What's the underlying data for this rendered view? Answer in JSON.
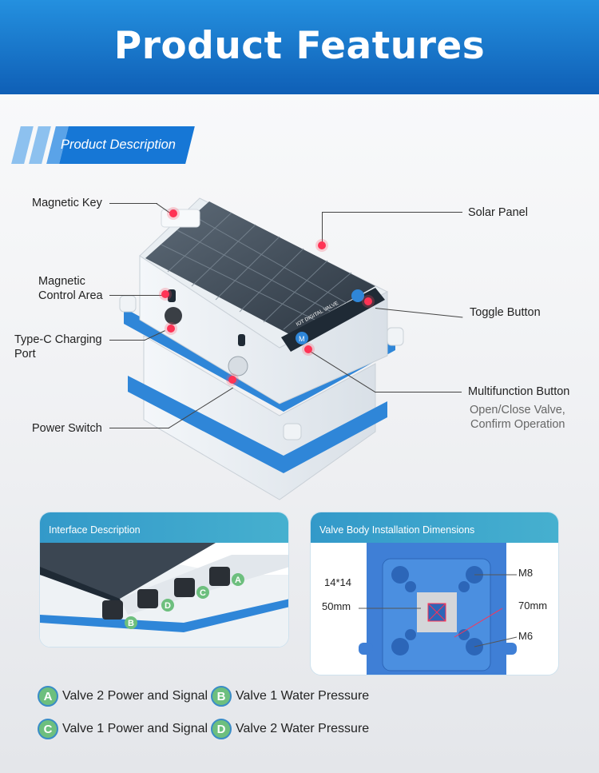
{
  "header": {
    "title": "Product Features"
  },
  "section": {
    "label": "Product Description"
  },
  "device": {
    "screen_title": "IOT DIGITAL VALVE",
    "m_button": "M"
  },
  "callouts": {
    "magnetic_key": "Magnetic Key",
    "solar_panel": "Solar Panel",
    "magnetic_control_line1": "Magnetic",
    "magnetic_control_line2": "Control Area",
    "toggle_button": "Toggle Button",
    "typec_line1": "Type-C Charging",
    "typec_line2": "Port",
    "multifunction": "Multifunction Button",
    "multifunction_desc1": "Open/Close Valve,",
    "multifunction_desc2": "Confirm Operation",
    "power_switch": "Power Switch"
  },
  "interface_panel": {
    "title": "Interface Description",
    "ports": [
      "A",
      "B",
      "C",
      "D"
    ]
  },
  "dimensions_panel": {
    "title": "Valve Body Installation Dimensions",
    "labels": {
      "size14": "14*14",
      "mm50": "50mm",
      "m8": "M8",
      "mm70": "70mm",
      "m6": "M6"
    }
  },
  "legend": [
    {
      "badge": "A",
      "text": "Valve 2 Power and Signal"
    },
    {
      "badge": "B",
      "text": "Valve 1 Water Pressure"
    },
    {
      "badge": "C",
      "text": "Valve 1 Power and Signal"
    },
    {
      "badge": "D",
      "text": "Valve 2 Water Pressure"
    }
  ],
  "colors": {
    "header_blue": "#1677d6",
    "accent_red": "#ff3355",
    "badge_green": "#6dbf7e",
    "device_blue": "#2f86d8"
  }
}
